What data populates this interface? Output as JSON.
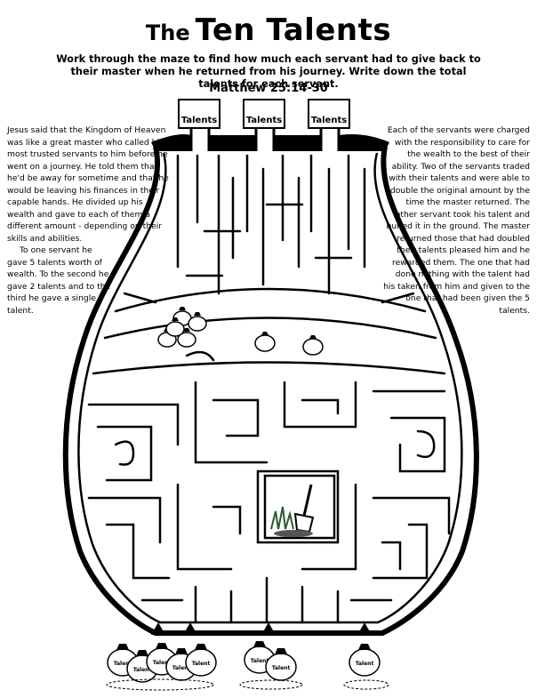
{
  "title": {
    "prefix": "The",
    "main": "Ten Talents"
  },
  "instructions": "Work through the maze to find how much each servant had to give back to their master when he returned from his journey.  Write down the total talents for each servant.",
  "verse": "Matthew 25:14-30",
  "answer_boxes": [
    {
      "label": "Talents"
    },
    {
      "label": "Talents"
    },
    {
      "label": "Talents"
    }
  ],
  "left_story": {
    "para1": "Jesus said that the Kingdom of Heaven was like a great master who called his most trusted servants to him before he went on a journey.  He told them that he'd be away for sometime and that he would be leaving his finances in their capable hands.  He divided up his wealth and gave to each of them a different amount - depending on their skills and abilities.",
    "para2": "To one servant he gave 5 talents worth of wealth.  To the second he gave 2 talents and to the third he gave a single talent."
  },
  "right_story": {
    "para": "Each of the servants were charged with the responsibility to care for the wealth to the best of their ability. Two of the servants traded with their talents and were able to double the original amount by the time the master returned.  The other servant took his talent and buried it in the ground.  The master returned those that had doubled their talents pleased him and he rewarded them.  The one that had done nothing with the talent had his taken from him and given to the one that had been given the 5 talents."
  },
  "bag_label": "Talent",
  "colors": {
    "ink": "#000000",
    "paper": "#ffffff",
    "grass": "#2a5a2a"
  },
  "icons": [
    "money-bag-icon",
    "shovel-icon",
    "grass-icon",
    "arrow-up-icon"
  ]
}
